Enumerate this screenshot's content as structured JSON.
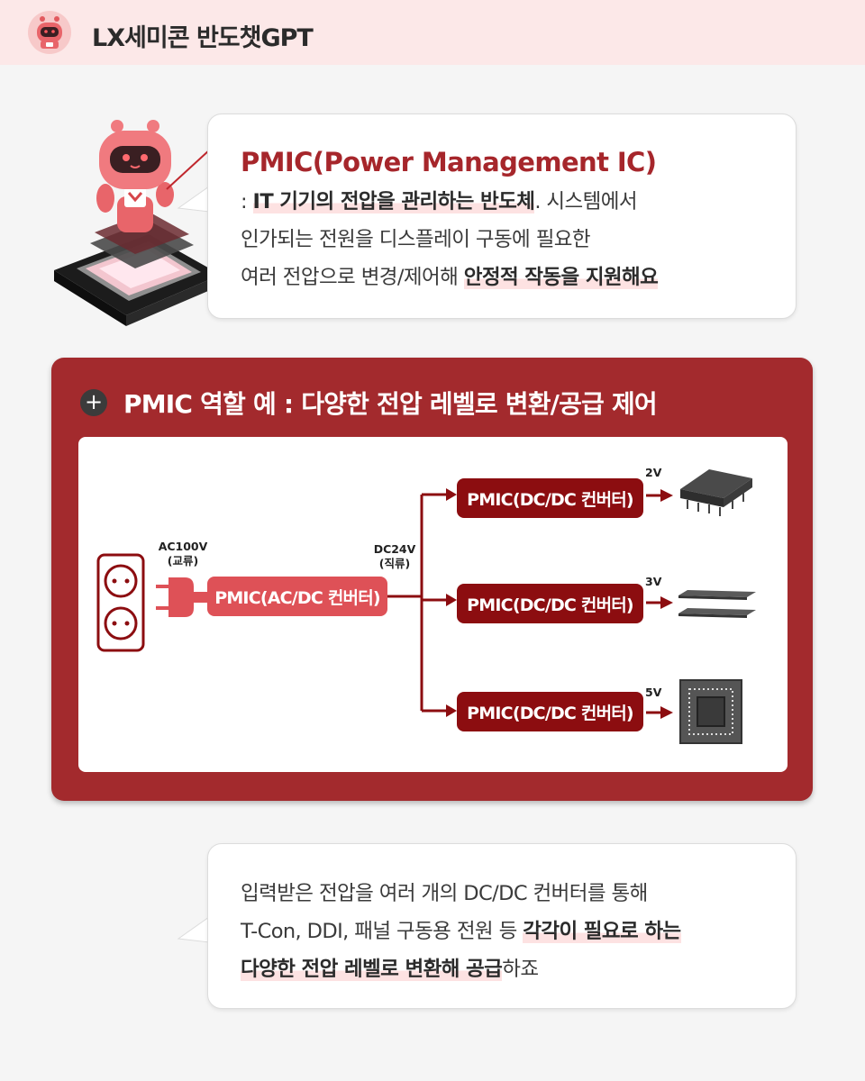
{
  "header": {
    "title": "LX세미콘 반도챗GPT"
  },
  "bubble1": {
    "title": "PMIC(Power Management IC)",
    "line1_pre": ": ",
    "line1_bold": "IT 기기의 전압을 관리하는 반도체",
    "line1_post": ". 시스템에서",
    "line2": "인가되는 전원을 디스플레이 구동에 필요한",
    "line3_pre": "여러 전압으로 변경/제어해 ",
    "line3_bold": "안정적 작동을 지원해요"
  },
  "panel": {
    "title": "PMIC 역할 예 : 다양한 전압 레벨로 변환/공급 제어",
    "ac_label_1": "AC100V",
    "ac_label_2": "(교류)",
    "dc_label_1": "DC24V",
    "dc_label_2": "(직류)",
    "ac_converter": "PMIC(AC/DC 컨버터)",
    "dc_converters": [
      {
        "label": "PMIC(DC/DC 컨버터)",
        "voltage": "2V"
      },
      {
        "label": "PMIC(DC/DC 컨버터)",
        "voltage": "3V"
      },
      {
        "label": "PMIC(DC/DC 컨버터)",
        "voltage": "5V"
      }
    ]
  },
  "bubble2": {
    "line1": "입력받은 전압을 여러 개의 DC/DC 컨버터를 통해",
    "line2_pre": "T-Con, DDI, 패널 구동용 전원 등 ",
    "line2_bold": "각각이 필요로 하는",
    "line3_bold": "다양한 전압 레벨로 변환해 공급",
    "line3_post": "하죠"
  },
  "colors": {
    "accent": "#a32a2d",
    "dark_red": "#8c0d10",
    "light_red": "#de5157",
    "header_bg": "#fce8e8"
  }
}
